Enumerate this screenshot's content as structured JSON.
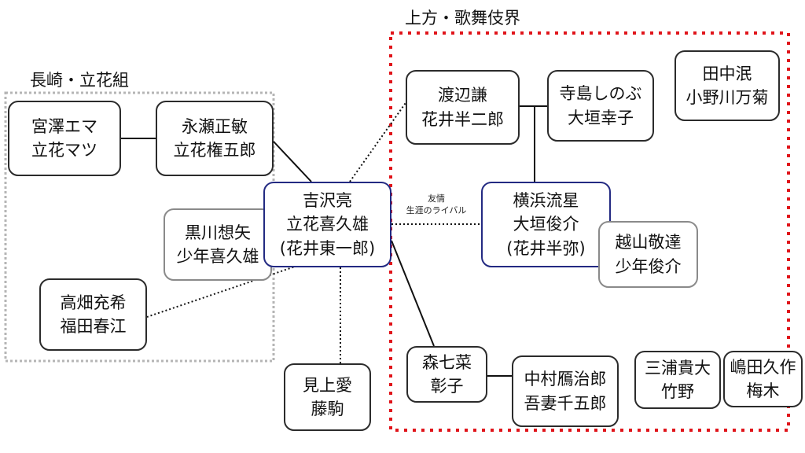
{
  "groups": {
    "nagasaki": "長崎・立花組",
    "kamigata": "上方・歌舞伎界"
  },
  "nodes": {
    "miyazawa": [
      "宮澤エマ",
      "立花マツ"
    ],
    "nagase": [
      "永瀬正敏",
      "立花権五郎"
    ],
    "yoshizawa": [
      "吉沢亮",
      "立花喜久雄",
      "(花井東一郎)"
    ],
    "kurokawa": [
      "黒川想矢",
      "少年喜久雄"
    ],
    "takahata": [
      "高畑充希",
      "福田春江"
    ],
    "mikami": [
      "見上愛",
      "藤駒"
    ],
    "watanabe": [
      "渡辺謙",
      "花井半二郎"
    ],
    "terajima": [
      "寺島しのぶ",
      "大垣幸子"
    ],
    "yokohama": [
      "横浜流星",
      "大垣俊介",
      "(花井半弥)"
    ],
    "koshiyama": [
      "越山敬達",
      "少年俊介"
    ],
    "tanaka": [
      "田中泯",
      "小野川万菊"
    ],
    "mori": [
      "森七菜",
      "彰子"
    ],
    "nakamura": [
      "中村鴈治郎",
      "吾妻千五郎"
    ],
    "miura": [
      "三浦貴大",
      "竹野"
    ],
    "shimada": [
      "嶋田久作",
      "梅木"
    ]
  },
  "edge_labels": {
    "rival": [
      "友情",
      "生涯のライバル"
    ]
  }
}
